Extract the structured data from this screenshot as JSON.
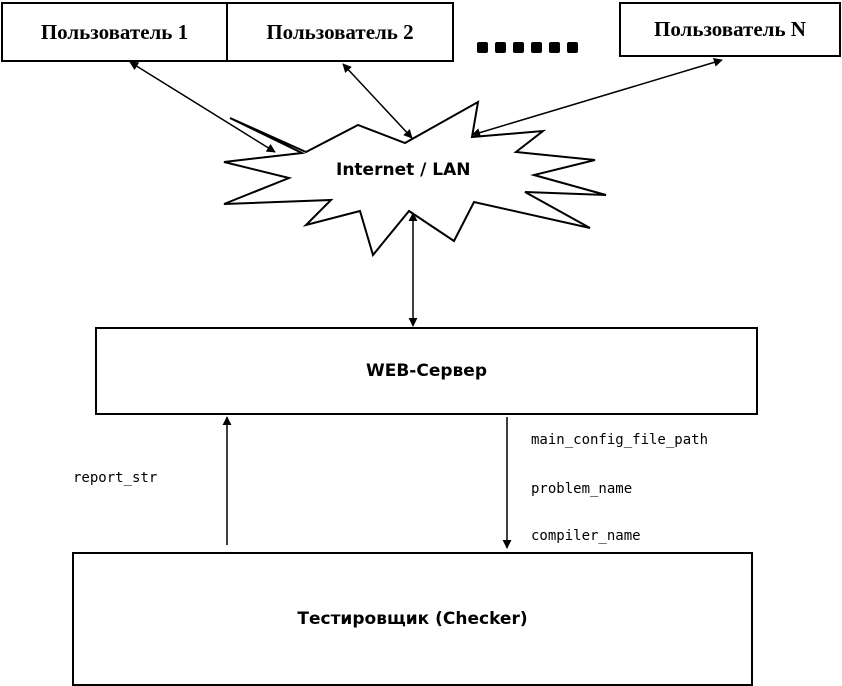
{
  "users": [
    {
      "label": "Пользователь 1"
    },
    {
      "label": "Пользователь 2"
    },
    {
      "label": "Пользователь N"
    }
  ],
  "ellipsis_dot_count": 6,
  "network": {
    "label": "Internet / LAN"
  },
  "web_server": {
    "label": "WEB-Сервер"
  },
  "checker": {
    "label": "Тестировщик (Checker)"
  },
  "flows": {
    "to_web_server": {
      "label": "report_str"
    },
    "to_checker": {
      "labels": [
        "main_config_file_path",
        "problem_name",
        "compiler_name"
      ]
    }
  }
}
